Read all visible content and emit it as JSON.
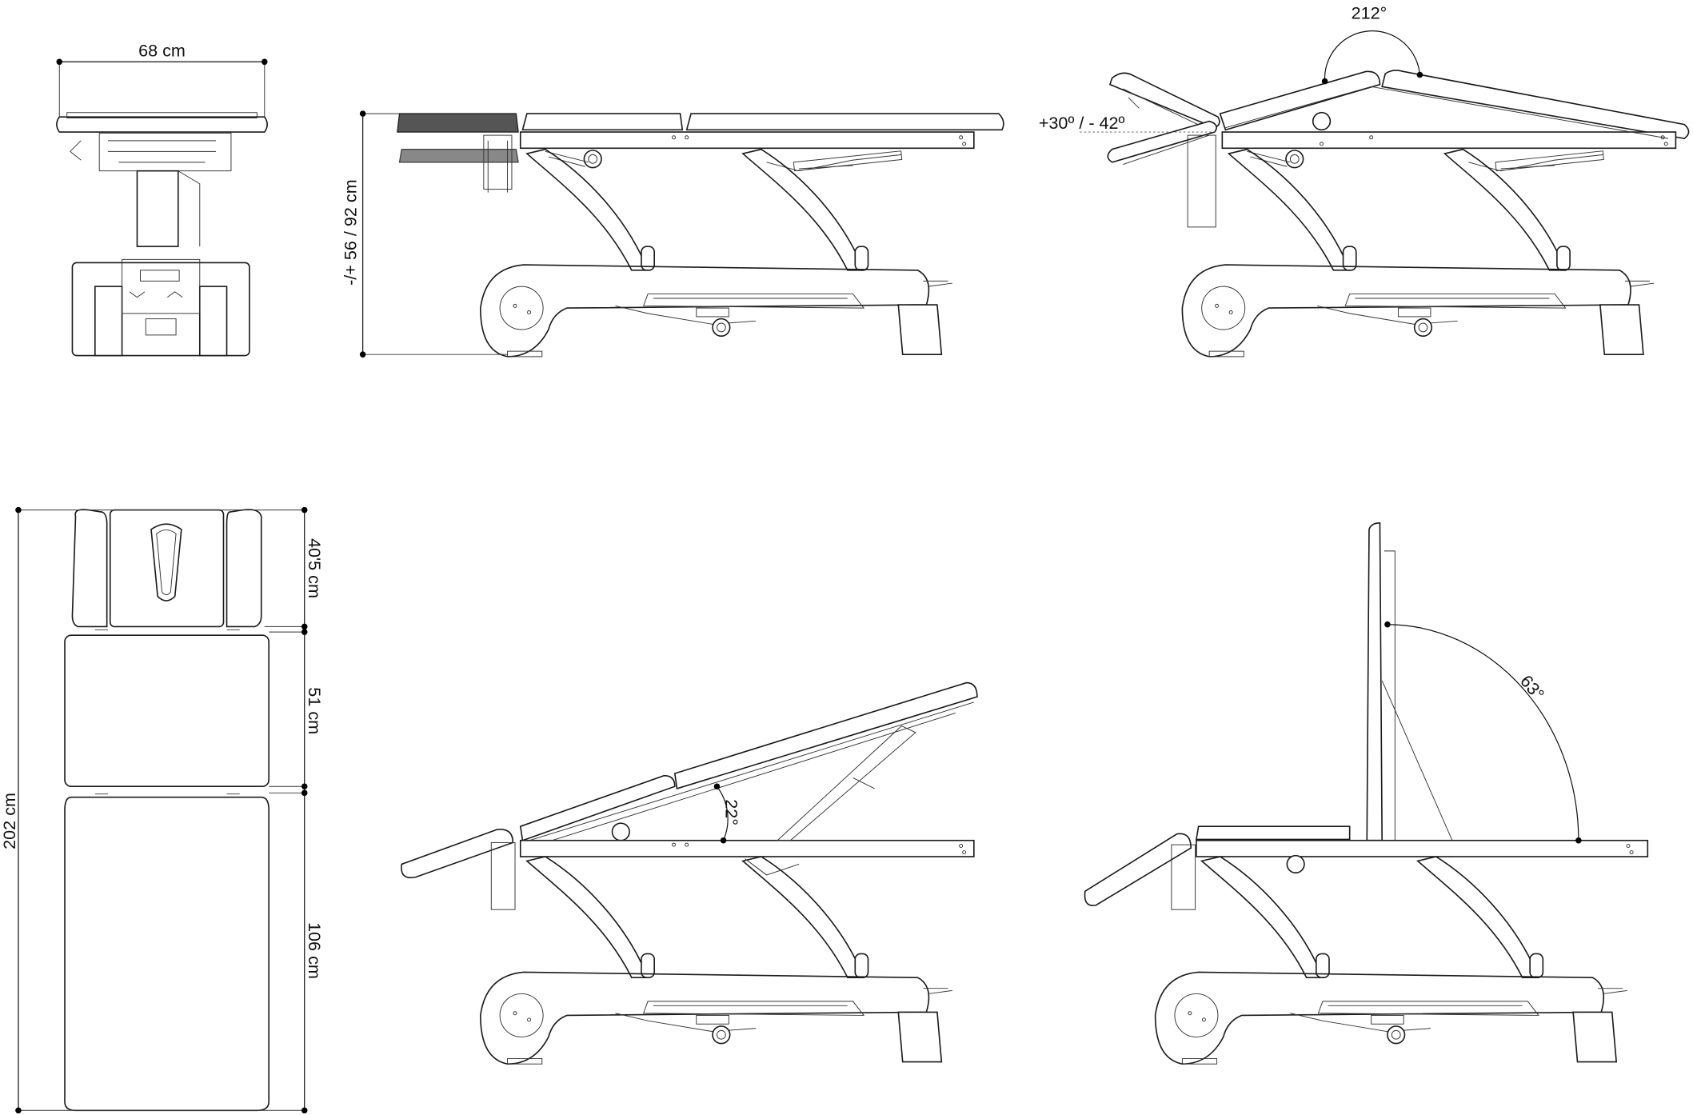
{
  "title": "Treatment table dimension drawing",
  "views": {
    "front": {
      "width_label": "68 cm"
    },
    "side_height": {
      "height_label": "-/+ 56 / 92 cm"
    },
    "head_tilt": {
      "angle_label": "212°",
      "head_range_label": "+30º / - 42º"
    },
    "top": {
      "length_label": "202 cm",
      "head_label": "40'5 cm",
      "middle_label": "51 cm",
      "leg_label": "106 cm"
    },
    "incline": {
      "angle_label": "22°"
    },
    "backrest": {
      "angle_label": "63°"
    }
  },
  "colors": {
    "line": "#1a1a1a",
    "shaded_head": "#555555"
  }
}
